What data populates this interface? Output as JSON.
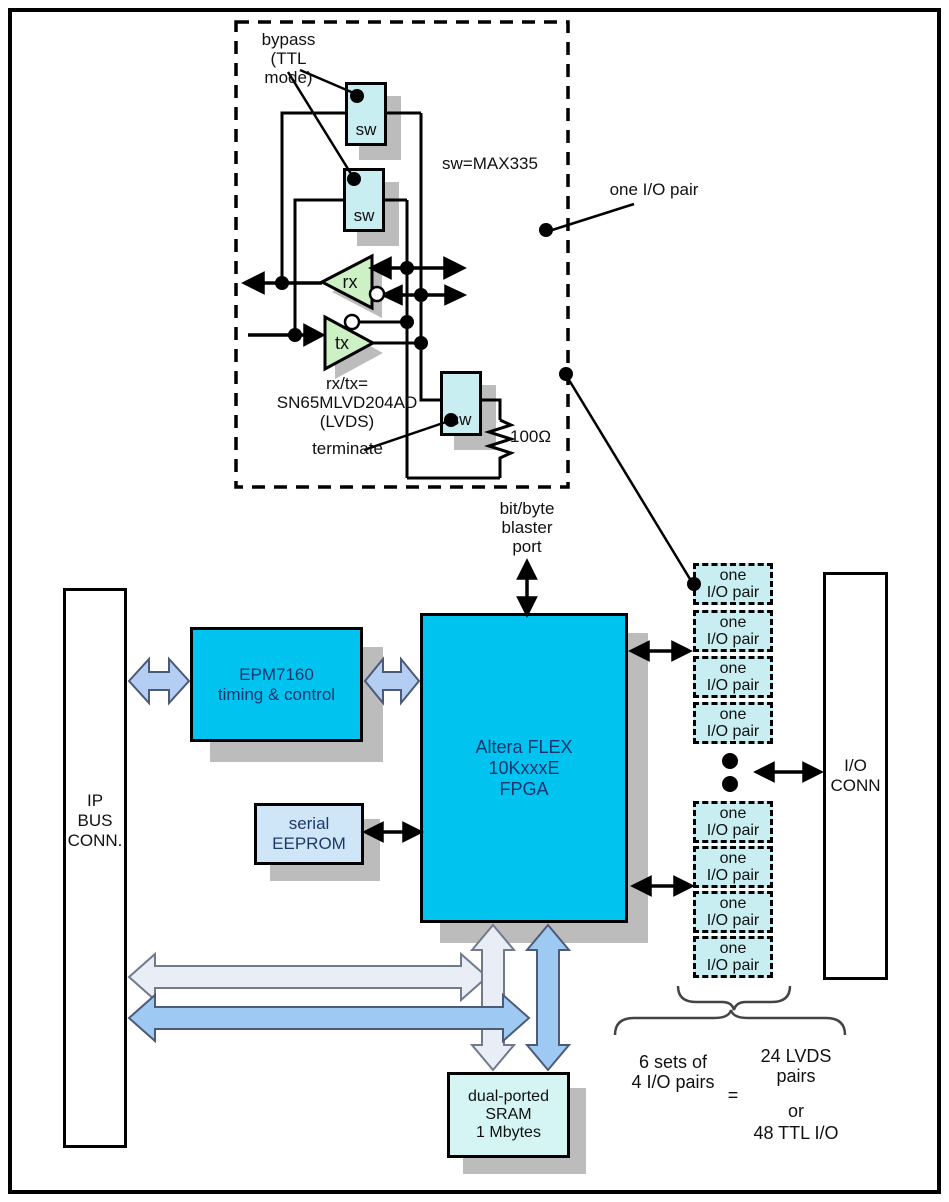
{
  "detail": {
    "bypass_label": "bypass\n(TTL\nmode)",
    "sw_equation": "sw=MAX335",
    "one_io_pair_label": "one I/O pair",
    "sw_label": "sw",
    "rx_label": "rx",
    "tx_label": "tx",
    "rxtx_equation": "rx/tx=\nSN65MLVD204AD\n(LVDS)",
    "terminate_label": "terminate",
    "resistor_value": "100Ω"
  },
  "blocks": {
    "ip_bus_conn": "IP\nBUS\nCONN.",
    "epm": "EPM7160\ntiming & control",
    "fpga": "Altera FLEX\n10KxxxE\nFPGA",
    "eeprom": "serial\nEEPROM",
    "sram": "dual-ported\nSRAM\n1 Mbytes",
    "io_conn": "I/O\nCONN",
    "blaster_port": "bit/byte\nblaster\nport",
    "io_pair": "one\nI/O pair"
  },
  "summary": {
    "sets": "6 sets of\n4 I/O pairs",
    "equals": "=",
    "lvds": "24 LVDS\npairs",
    "or": "or",
    "ttl": "48 TTL I/O"
  },
  "colors": {
    "block_cyan": "#00c3f0",
    "pair_cyan": "#c9eef2",
    "eeprom_blue": "#cfe6f8",
    "sram_cyan": "#d5f5f5",
    "buffer_green": "#cdf0c4",
    "outline_arrow_blue": "#b3cdf3",
    "outline_arrow_pale": "#e9edf5",
    "outline_arrow_mid_blue": "#9dc9f2",
    "shadow_gray": "#bcbcbc",
    "block_text_navy": "#15356e"
  }
}
